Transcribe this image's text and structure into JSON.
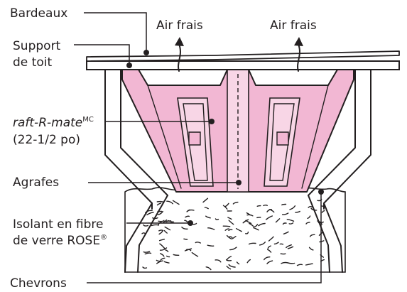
{
  "labels": {
    "shingles": "Bardeaux",
    "roof_deck_line1": "Support",
    "roof_deck_line2": "de toit",
    "fresh_air_left": "Air frais",
    "fresh_air_right": "Air frais",
    "product_name": "raft-R-mate",
    "product_trademark": "MC",
    "product_size": "(22-1/2 po)",
    "staples": "Agrafes",
    "insulation_line1": "Isolant en fibre",
    "insulation_line2": "de verre ROSE",
    "insulation_trademark": "®",
    "rafters": "Chevrons"
  },
  "colors": {
    "vent_pink": "#f2b7d3",
    "vent_pink_light": "#f8d6e6",
    "ink": "#231f20",
    "background": "#ffffff"
  }
}
